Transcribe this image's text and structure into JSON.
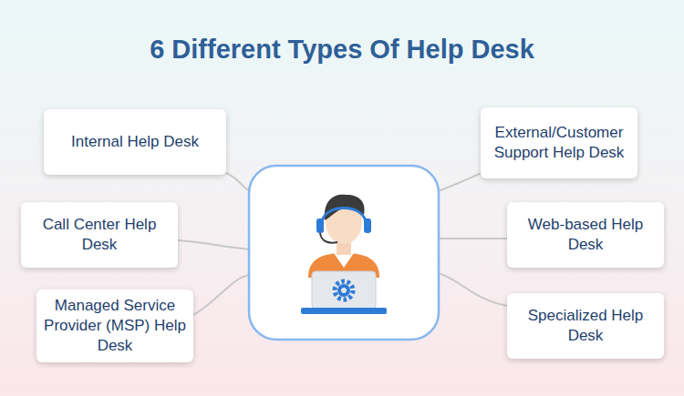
{
  "diagram": {
    "title": "6 Different Types Of Help Desk",
    "nodes": [
      {
        "text": [
          "Internal Help Desk"
        ]
      },
      {
        "text": [
          "External/Customer Support Help Desk"
        ]
      },
      {
        "text": [
          "Call Center Help Desk"
        ]
      },
      {
        "text": [
          "Web-based Help Desk"
        ]
      },
      {
        "text": [
          "Managed Service Provider (MSP) Help Desk"
        ]
      },
      {
        "text": [
          "Specialized Help Desk"
        ]
      }
    ]
  }
}
